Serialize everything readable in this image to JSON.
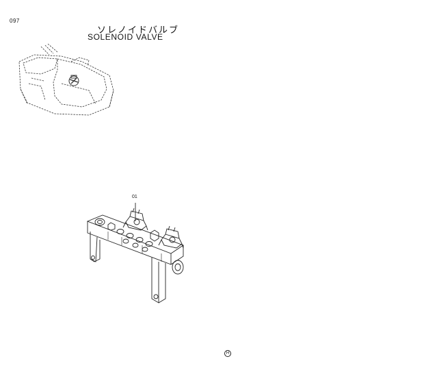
{
  "page": {
    "number": "097"
  },
  "title": {
    "japanese": "ソレノイドバルブ",
    "english": "SOLENOID  VALVE"
  },
  "parts": [
    {
      "callout": "01"
    }
  ],
  "footer": {
    "mark": "H"
  },
  "colors": {
    "line": "#222222",
    "background": "#ffffff"
  }
}
